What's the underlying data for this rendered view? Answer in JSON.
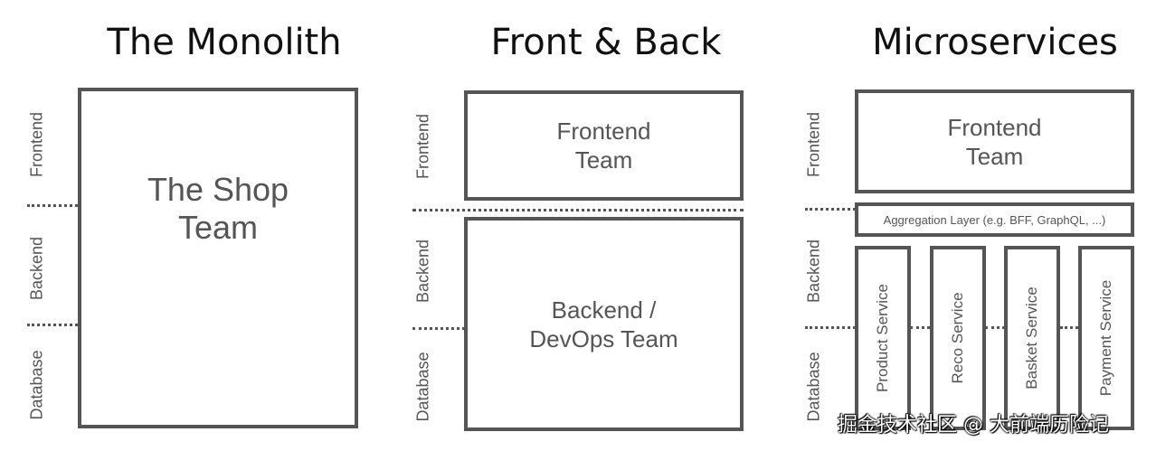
{
  "columns": [
    {
      "title": "The Monolith",
      "layers": [
        "Frontend",
        "Backend",
        "Database"
      ],
      "teams": [
        "The Shop\nTeam"
      ]
    },
    {
      "title": "Front & Back",
      "layers": [
        "Frontend",
        "Backend",
        "Database"
      ],
      "teams": [
        "Frontend\nTeam",
        "Backend /\nDevOps Team"
      ]
    },
    {
      "title": "Microservices",
      "layers": [
        "Frontend",
        "Backend",
        "Database"
      ],
      "teams": [
        "Frontend\nTeam"
      ],
      "aggregation": "Aggregation Layer (e.g. BFF, GraphQL, ...)",
      "services": [
        "Product Service",
        "Reco Service",
        "Basket Service",
        "Payment Service"
      ]
    }
  ],
  "watermark": "掘金技术社区 @ 大前端历险记",
  "colors": {
    "stroke": "#555555",
    "title": "#111111",
    "background": "#ffffff"
  }
}
